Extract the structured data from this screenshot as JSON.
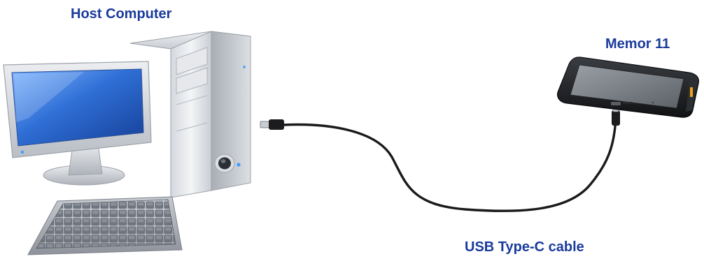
{
  "labels": {
    "host_computer": "Host Computer",
    "device": "Memor 11",
    "cable": "USB Type-C cable"
  },
  "icons": {
    "computer": "desktop-computer-icon",
    "monitor": "monitor-icon",
    "tower": "pc-tower-icon",
    "keyboard": "keyboard-icon",
    "device": "mobile-computer-icon",
    "cable": "usb-cable-icon"
  },
  "colors": {
    "label_text": "#1a3b9c",
    "screen_blue": "#2a62c9",
    "cable": "#1a1a1a"
  }
}
